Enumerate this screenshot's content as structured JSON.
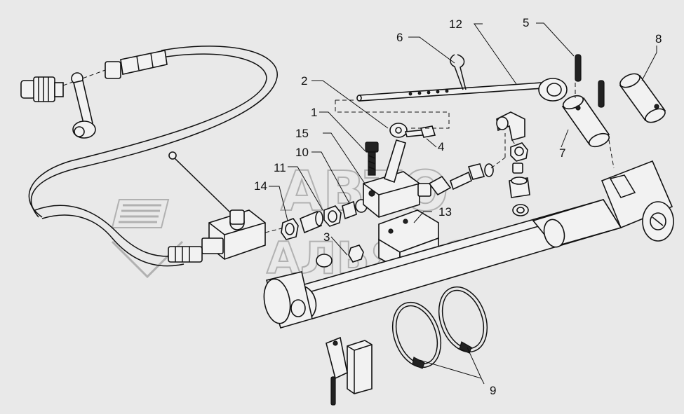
{
  "watermark": {
    "line1": "АВТО",
    "line2": "АЛЬЯНС"
  },
  "callouts": [
    "1",
    "2",
    "3",
    "4",
    "5",
    "6",
    "7",
    "8",
    "9",
    "10",
    "11",
    "12",
    "13",
    "14",
    "15"
  ]
}
